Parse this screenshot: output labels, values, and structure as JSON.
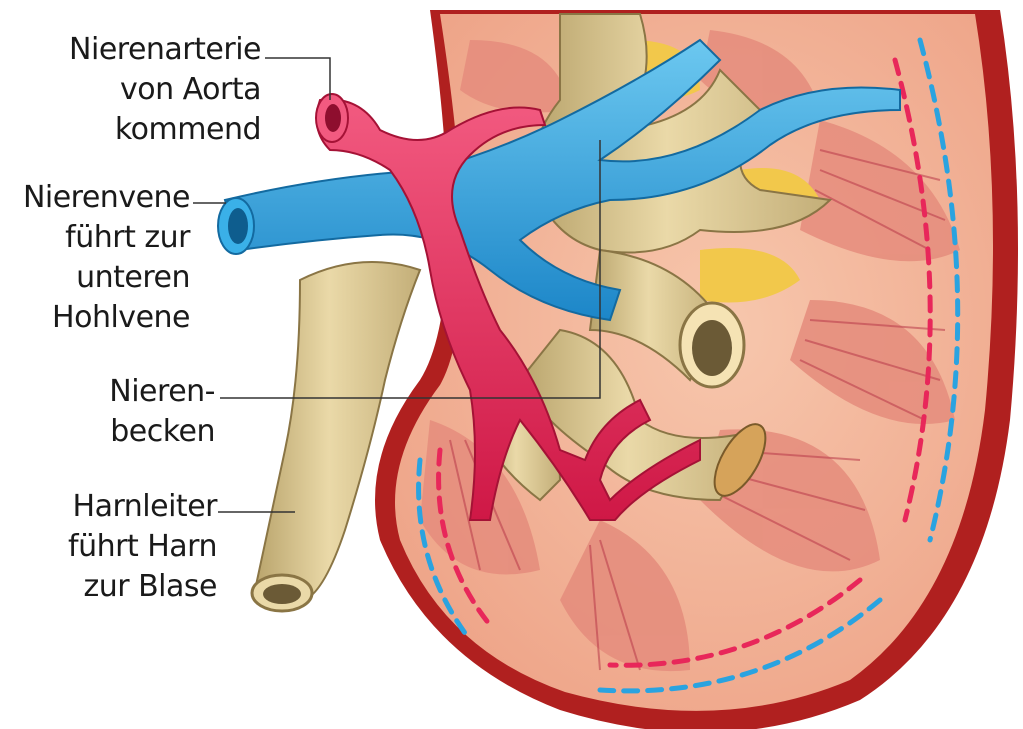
{
  "labels": {
    "artery": {
      "lines": [
        "Nierenarterie",
        "von Aorta",
        "kommend"
      ]
    },
    "vein": {
      "lines": [
        "Nierenvene",
        "führt zur",
        "unteren",
        "Hohlvene"
      ]
    },
    "pelvis": {
      "lines": [
        "Nieren-",
        "becken"
      ]
    },
    "ureter": {
      "lines": [
        "Harnleiter",
        "führt Harn",
        "zur Blase"
      ]
    }
  },
  "colors": {
    "artery": "#e8275a",
    "vein": "#2aa3e0",
    "ureter": "#d9c692",
    "cortex": "#f2b79a",
    "medulla": "#e58c7c",
    "capsule": "#b0201f",
    "fat": "#f2c84b"
  }
}
